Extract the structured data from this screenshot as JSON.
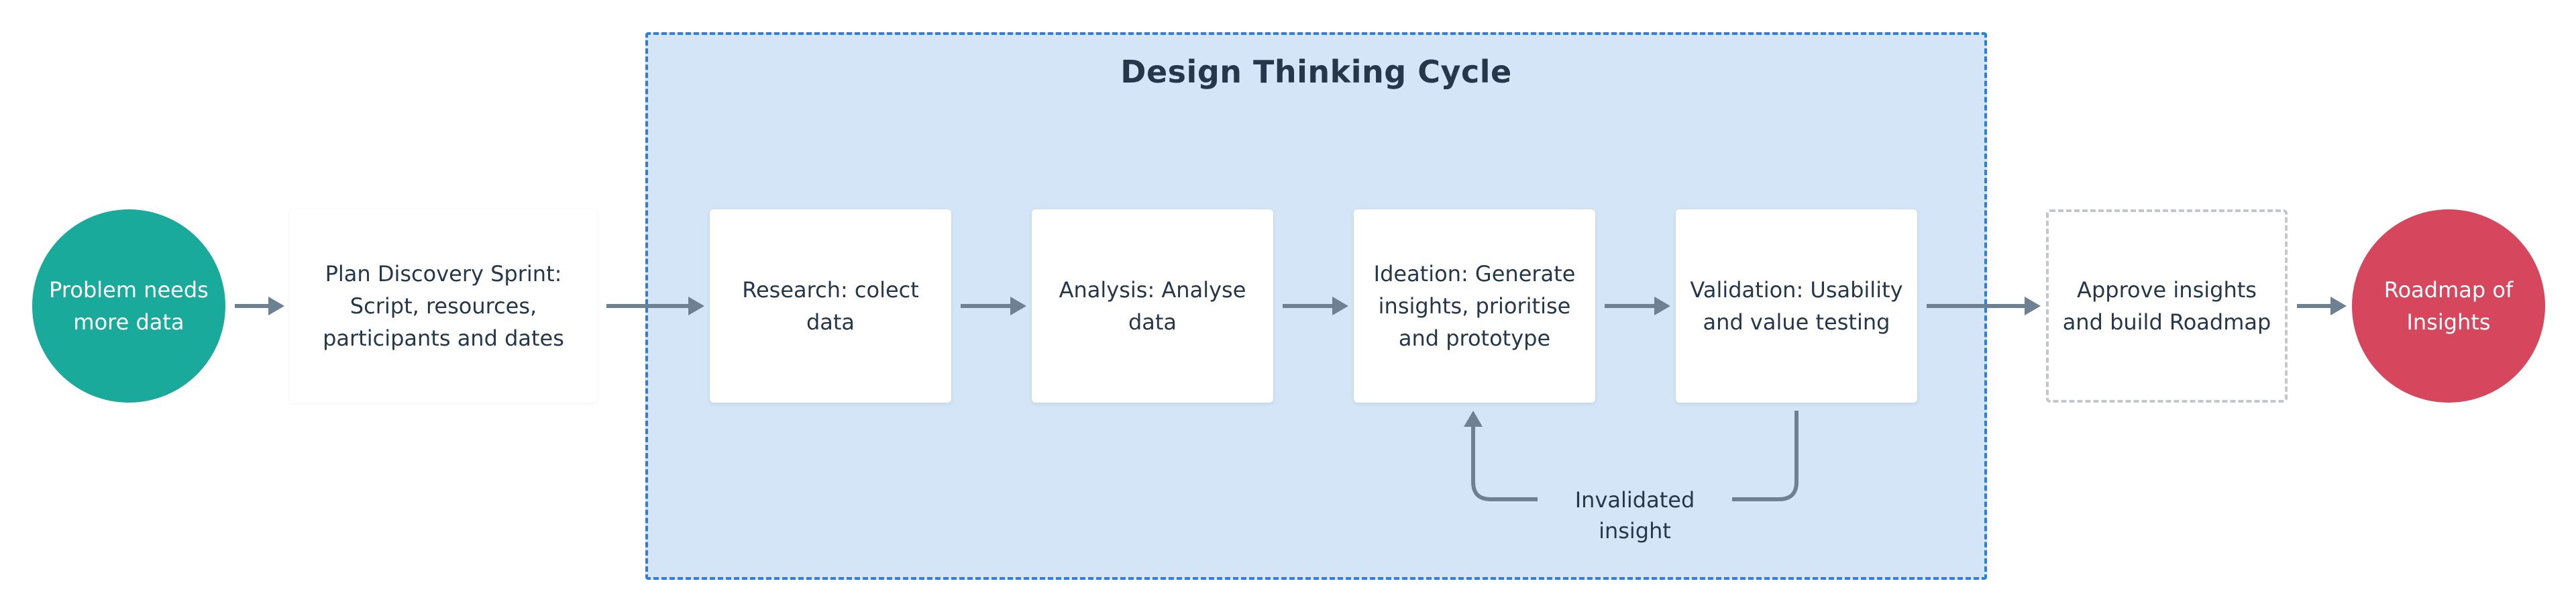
{
  "colors": {
    "start_circle": "#1aaa9c",
    "end_circle": "#d6465c",
    "cycle_fill": "#d3e5f6",
    "cycle_border": "#2f7fd8",
    "connector": "#6e8192",
    "text": "#25374a"
  },
  "nodes": {
    "start": "Problem needs more data",
    "plan": "Plan Discovery Sprint: Script, resources, participants and dates",
    "research": "Research: colect data",
    "analysis": "Analysis: Analyse data",
    "ideation": "Ideation: Generate insights, prioritise and prototype",
    "validation": "Validation: Usability and value testing",
    "approve": "Approve insights and build Roadmap",
    "end": "Roadmap of Insights"
  },
  "cycle": {
    "title": "Design Thinking Cycle",
    "loop_label": "Invalidated insight"
  },
  "edges": [
    {
      "from": "start",
      "to": "plan"
    },
    {
      "from": "plan",
      "to": "research"
    },
    {
      "from": "research",
      "to": "analysis"
    },
    {
      "from": "analysis",
      "to": "ideation"
    },
    {
      "from": "ideation",
      "to": "validation"
    },
    {
      "from": "validation",
      "to": "approve"
    },
    {
      "from": "approve",
      "to": "end"
    },
    {
      "from": "validation",
      "to": "ideation",
      "label": "Invalidated insight"
    }
  ]
}
